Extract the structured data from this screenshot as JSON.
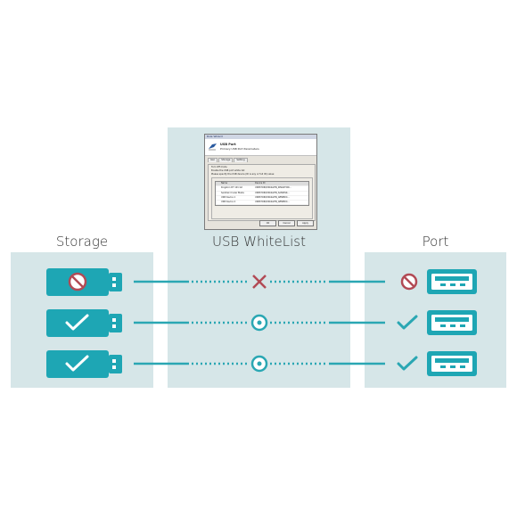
{
  "headings": {
    "storage": "Storage",
    "whitelist": "USB WhiteList",
    "port": "Port"
  },
  "colors": {
    "teal": "#1ea6b4",
    "panel": "#d6e6e8",
    "blocked": "#b24a55",
    "line": "#2aa7b3"
  },
  "rows": [
    {
      "storage_status": "blocked-icon",
      "whitelist_status": "cross-icon",
      "port_status": "blocked-icon"
    },
    {
      "storage_status": "check-icon",
      "whitelist_status": "allowed-node-icon",
      "port_status": "check-icon"
    },
    {
      "storage_status": "check-icon",
      "whitelist_status": "allowed-node-icon",
      "port_status": "check-icon"
    }
  ],
  "dialog": {
    "window_title": "Rule Wizard",
    "header_title": "USB Port",
    "header_subtitle": "Primary USB Port Parameters",
    "tabs": [
      "Gen",
      "Storage",
      "Setting"
    ],
    "line1": "Turn Off mode",
    "line2": "Enable the USB port white list",
    "line3": "Please specify the USB device (ID is any or full ID) value:",
    "grid_headers": [
      "",
      "Name",
      "Device ID"
    ],
    "grid_rows": [
      [
        "",
        "Kingston DT 101 G2",
        "USBSTOR\\DISK&VEN_KINGSTON..."
      ],
      [
        "",
        "SanDisk Cruzer Blade",
        "USBSTOR\\DISK&VEN_SANDISK..."
      ],
      [
        "",
        "USB Device 1",
        "USBSTOR\\DISK&VEN_GENERIC..."
      ],
      [
        "",
        "USB Device 2",
        "USBSTOR\\DISK&VEN_GENERIC..."
      ]
    ],
    "buttons": [
      "OK",
      "Cancel",
      "Apply"
    ]
  }
}
